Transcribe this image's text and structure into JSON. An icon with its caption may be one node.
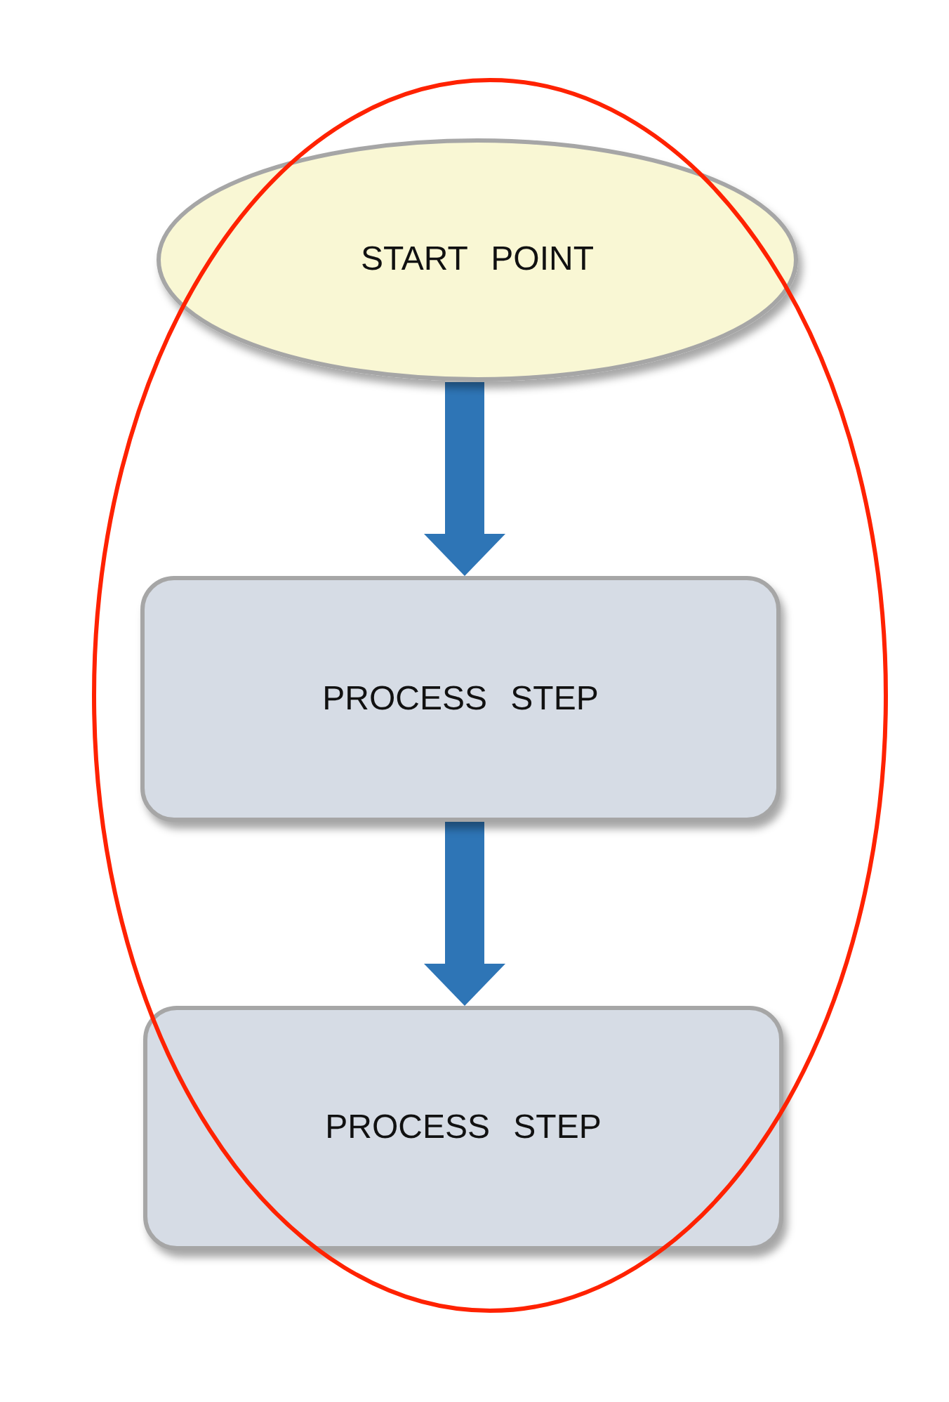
{
  "diagram": {
    "nodes": [
      {
        "text": [
          "START POINT"
        ]
      },
      {
        "text": [
          "PROCESS STEP"
        ]
      },
      {
        "text": [
          "PROCESS STEP"
        ]
      }
    ],
    "edges": [
      {
        "from": 0,
        "to": 1,
        "arrow": "to"
      },
      {
        "from": 1,
        "to": 2,
        "arrow": "to"
      }
    ]
  }
}
